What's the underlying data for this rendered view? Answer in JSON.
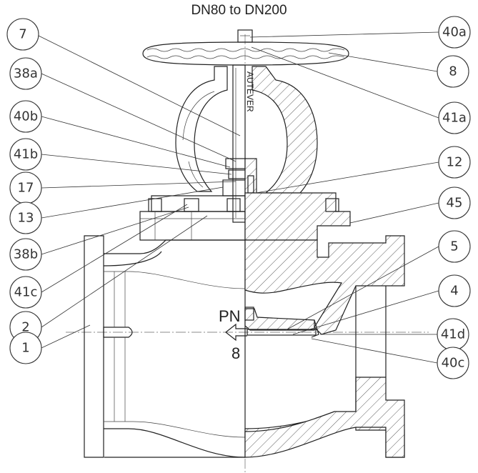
{
  "title": "DN80 to DN200",
  "balloons": [
    {
      "id": "b7",
      "label": "7"
    },
    {
      "id": "b38a",
      "label": "38a"
    },
    {
      "id": "b40b",
      "label": "40b"
    },
    {
      "id": "b41b",
      "label": "41b"
    },
    {
      "id": "b17",
      "label": "17"
    },
    {
      "id": "b13",
      "label": "13"
    },
    {
      "id": "b38b",
      "label": "38b"
    },
    {
      "id": "b41c",
      "label": "41c"
    },
    {
      "id": "b2",
      "label": "2"
    },
    {
      "id": "b1",
      "label": "1"
    },
    {
      "id": "b40a",
      "label": "40a"
    },
    {
      "id": "b8",
      "label": "8"
    },
    {
      "id": "b41a",
      "label": "41a"
    },
    {
      "id": "b12",
      "label": "12"
    },
    {
      "id": "b45",
      "label": "45"
    },
    {
      "id": "b5",
      "label": "5"
    },
    {
      "id": "b4",
      "label": "4"
    },
    {
      "id": "b41d",
      "label": "41d"
    },
    {
      "id": "b40c",
      "label": "40c"
    }
  ],
  "body_marking": {
    "pressure": "PN",
    "rating": "8"
  },
  "stem_marking": "AUTEVER"
}
